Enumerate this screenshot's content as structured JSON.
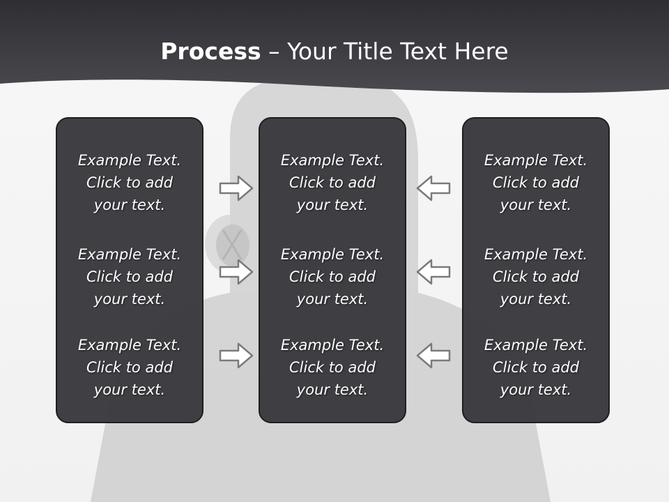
{
  "title": {
    "bold": "Process",
    "rest": " – Your Title Text Here"
  },
  "columns": [
    {
      "items": [
        {
          "lines": [
            "Example Text.",
            "Click  to add",
            "your text."
          ]
        },
        {
          "lines": [
            "Example Text.",
            "Click  to add",
            "your text."
          ]
        },
        {
          "lines": [
            "Example Text.",
            "Click  to add",
            "your text."
          ]
        }
      ]
    },
    {
      "items": [
        {
          "lines": [
            "Example Text.",
            "Click  to add",
            "your text."
          ]
        },
        {
          "lines": [
            "Example Text.",
            "Click  to add",
            "your text."
          ]
        },
        {
          "lines": [
            "Example Text.",
            "Click  to add",
            "your text."
          ]
        }
      ]
    },
    {
      "items": [
        {
          "lines": [
            "Example Text.",
            "Click  to add",
            "your text."
          ]
        },
        {
          "lines": [
            "Example Text.",
            "Click  to add",
            "your text."
          ]
        },
        {
          "lines": [
            "Example Text.",
            "Click  to add",
            "your text."
          ]
        }
      ]
    }
  ],
  "arrows": {
    "left_group": "arrow-right-icon",
    "right_group": "arrow-left-icon"
  },
  "colors": {
    "header": "#3b3a3f",
    "box": "#3a393e",
    "arrow_outline": "#7a7a7a",
    "text": "#ffffff"
  }
}
